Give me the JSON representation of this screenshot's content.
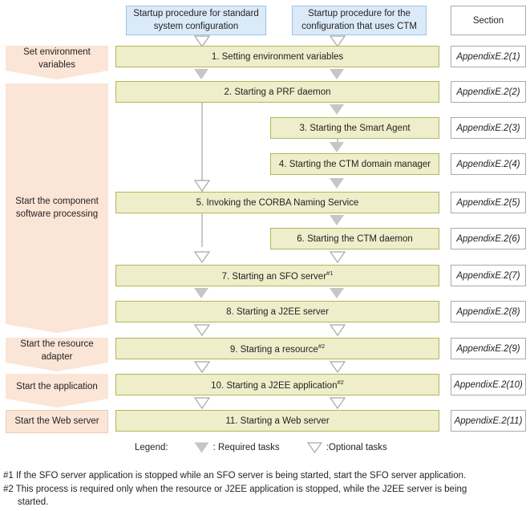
{
  "headers": {
    "standard": "Startup procedure for standard system configuration",
    "ctm": "Startup procedure for the configuration that uses CTM",
    "section": "Section"
  },
  "stages": [
    {
      "label": "Set environment variables",
      "shape": "pentagon"
    },
    {
      "label": "Start the component software processing",
      "shape": "pentagon"
    },
    {
      "label": "Start the resource adapter",
      "shape": "pentagon"
    },
    {
      "label": "Start the application",
      "shape": "pentagon"
    },
    {
      "label": "Start the Web server",
      "shape": "rectangle"
    }
  ],
  "tasks": [
    {
      "num": "1.",
      "text": "Setting environment variables",
      "footnote": "",
      "span": "both",
      "section": "AppendixE.2(1)"
    },
    {
      "num": "2.",
      "text": "Starting a PRF daemon",
      "footnote": "",
      "span": "both",
      "section": "AppendixE.2(2)"
    },
    {
      "num": "3.",
      "text": "Starting the Smart Agent",
      "footnote": "",
      "span": "ctm",
      "section": "AppendixE.2(3)"
    },
    {
      "num": "4.",
      "text": "Starting the CTM domain manager",
      "footnote": "",
      "span": "ctm",
      "section": "AppendixE.2(4)"
    },
    {
      "num": "5.",
      "text": "Invoking the CORBA Naming Service",
      "footnote": "",
      "span": "both",
      "section": "AppendixE.2(5)"
    },
    {
      "num": "6.",
      "text": "Starting the CTM daemon",
      "footnote": "",
      "span": "ctm",
      "section": "AppendixE.2(6)"
    },
    {
      "num": "7.",
      "text": "Starting an SFO server",
      "footnote": "#1",
      "span": "both",
      "section": "AppendixE.2(7)"
    },
    {
      "num": "8.",
      "text": "Starting a J2EE server",
      "footnote": "",
      "span": "both",
      "section": "AppendixE.2(8)"
    },
    {
      "num": "9.",
      "text": "Starting a resource",
      "footnote": "#2",
      "span": "both",
      "section": "AppendixE.2(9)"
    },
    {
      "num": "10.",
      "text": "Starting a J2EE application",
      "footnote": "#2",
      "span": "both",
      "section": "AppendixE.2(10)"
    },
    {
      "num": "11.",
      "text": "Starting a Web server",
      "footnote": "",
      "span": "both",
      "section": "AppendixE.2(11)"
    }
  ],
  "legend": {
    "title": "Legend:",
    "required": ": Required tasks",
    "optional": ":Optional tasks"
  },
  "footnotes": {
    "n1": "#1 If the SFO server application is stopped while an SFO server is being started, start the SFO server application.",
    "n2": "#2 This process is required only when the resource or J2EE application is stopped, while the J2EE server is being",
    "n2_cont": "started."
  },
  "colors": {
    "task_fill": "#eeeecb",
    "task_border": "#b5b55a",
    "stage_fill": "#fbe5d6",
    "header_fill": "#dbeaf8",
    "header_border": "#9dc3e6",
    "arrow_fill": "#c6c6c6",
    "arrow_outline": "#aaaaaa",
    "line": "#c9c9c9"
  }
}
